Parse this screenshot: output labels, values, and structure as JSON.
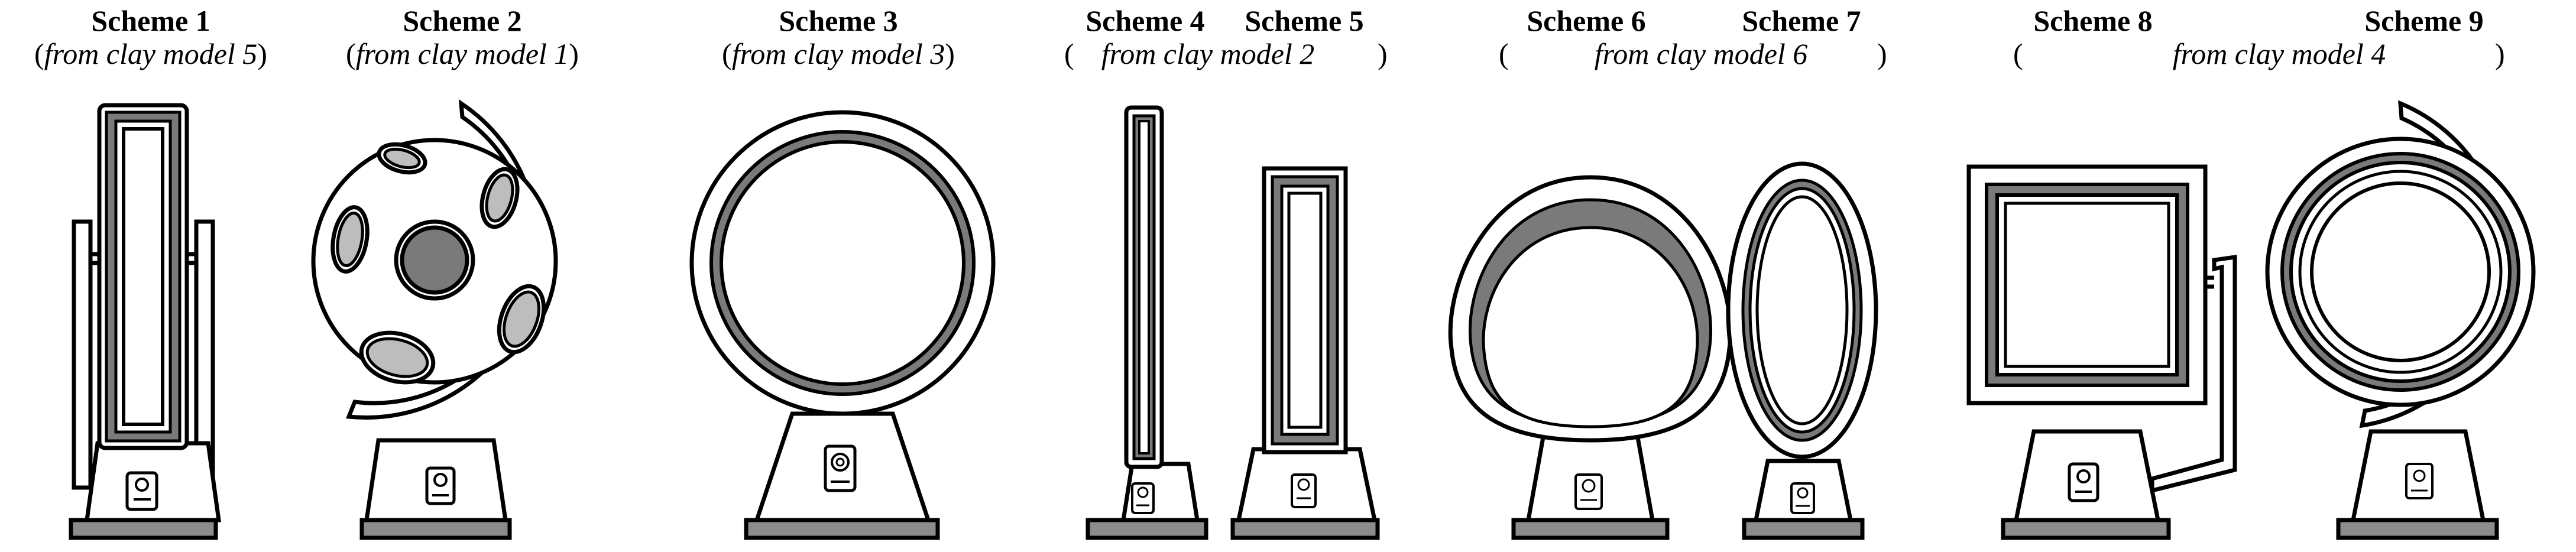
{
  "figure": {
    "schemes": [
      {
        "title": "Scheme 1",
        "source_prefix": "(",
        "source_text": "from clay model 5",
        "source_suffix": ")"
      },
      {
        "title": "Scheme 2",
        "source_prefix": "(",
        "source_text": "from clay model 1",
        "source_suffix": ")"
      },
      {
        "title": "Scheme 3",
        "source_prefix": "(",
        "source_text": "from clay model 3",
        "source_suffix": ")"
      },
      {
        "title": "Scheme 4"
      },
      {
        "title": "Scheme 5"
      },
      {
        "title": "Scheme 6"
      },
      {
        "title": "Scheme 7"
      },
      {
        "title": "Scheme 8"
      },
      {
        "title": "Scheme 9"
      }
    ],
    "shared_sources": [
      {
        "prefix": "(",
        "text": "from clay model 2",
        "suffix": ")"
      },
      {
        "prefix": "(",
        "text": "from clay model 6",
        "suffix": ")"
      },
      {
        "prefix": "(",
        "text": "from clay model 4",
        "suffix": ")"
      }
    ],
    "colors": {
      "outline": "#000000",
      "fill_white": "#ffffff",
      "fill_gray": "#7a7a7a",
      "fill_light_gray": "#bdbdbd",
      "base_band": "#8c8c8c"
    }
  }
}
